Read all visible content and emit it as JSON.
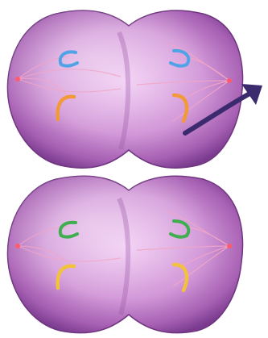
{
  "colors": {
    "background": "#ffffff",
    "cell_light": "#e7b7ec",
    "cell_mid": "#c98ad2",
    "cell_dark": "#7a3b8f",
    "spindle": "#f2a6c6",
    "centrosome": "#ff5a6e",
    "chromosome_blue": "#4fa3e6",
    "chromosome_orange": "#f29a3a",
    "chromosome_green": "#3fae4f",
    "chromosome_yellow": "#f2c23e",
    "arrow": "#3b2a6e"
  },
  "cells": [
    {
      "label": "top-cell",
      "chromosome_colors": [
        "chromosome_blue",
        "chromosome_orange"
      ]
    },
    {
      "label": "bottom-cell",
      "chromosome_colors": [
        "chromosome_green",
        "chromosome_yellow"
      ]
    }
  ],
  "arrow": {
    "icon": "arrow-up-right-icon"
  }
}
